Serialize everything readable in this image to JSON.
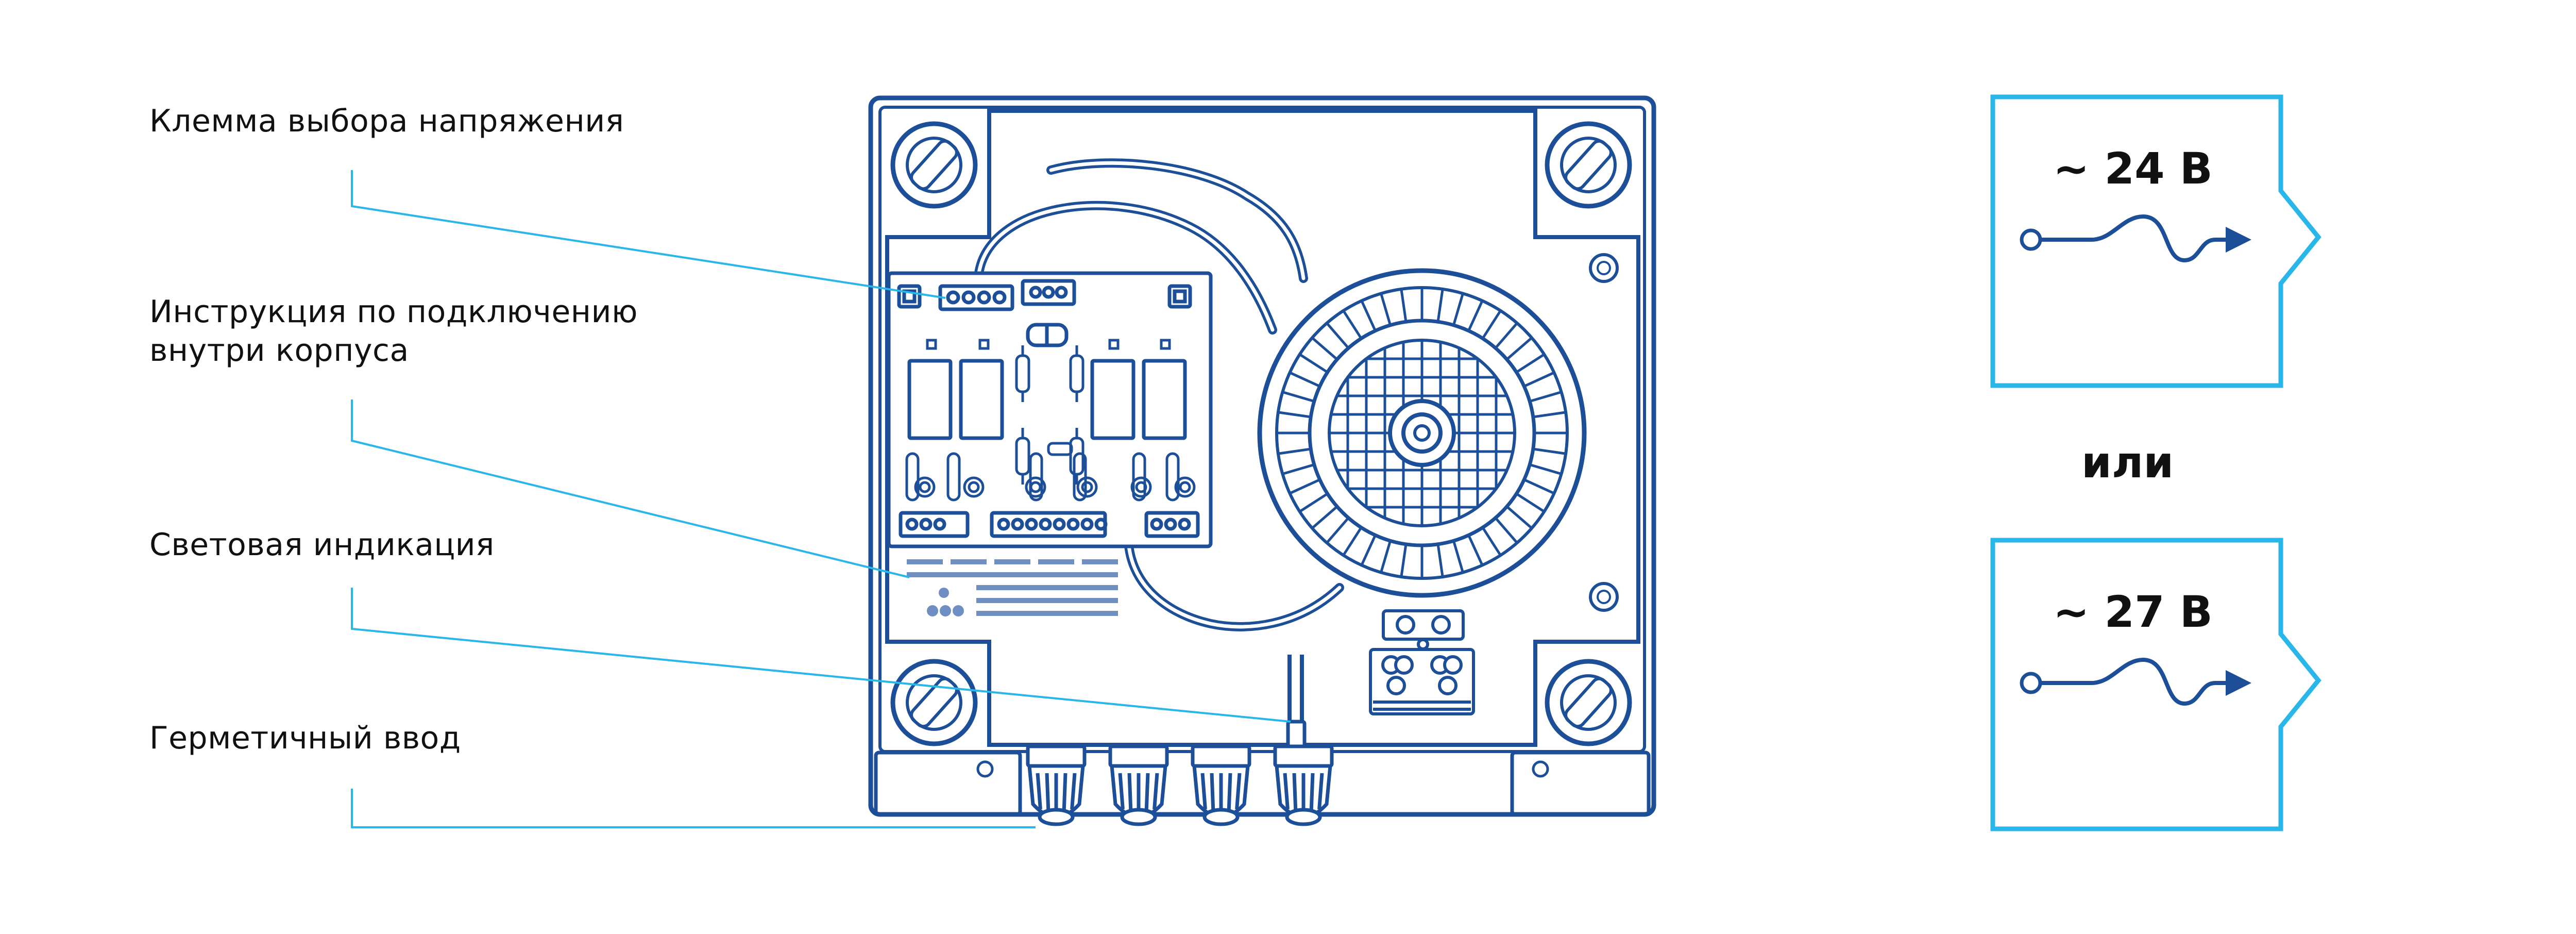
{
  "labels": {
    "terminal": "Клемма выбора напряжения",
    "instruction_line1": "Инструкция по подключению",
    "instruction_line2": "внутри корпуса",
    "indication": "Световая индикация",
    "gland": "Герметичный ввод"
  },
  "options": {
    "first": "~ 24 В",
    "separator": "или",
    "second": "~ 27 В"
  },
  "colors": {
    "outline": "#1d4f98",
    "leader": "#29b6e8",
    "text": "#111111"
  }
}
